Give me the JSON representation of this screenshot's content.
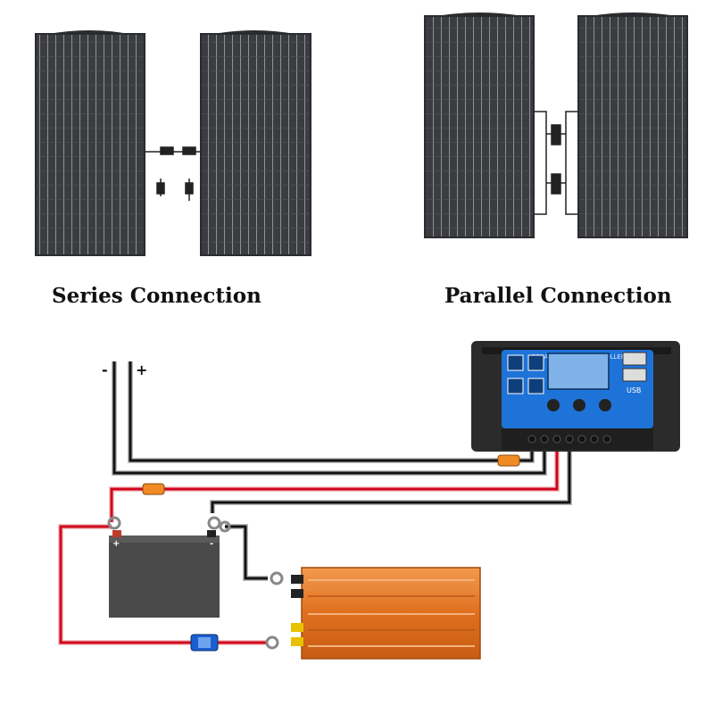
{
  "captions": {
    "series": "Series Connection",
    "parallel": "Parallel Connection"
  },
  "terminals": {
    "negative": "-",
    "positive": "+"
  },
  "controller": {
    "title": "SOLAR CHARGE CONTROLLER",
    "usb_label": "USB"
  },
  "colors": {
    "panel": "#3a3b3f",
    "positive_wire": "#d0021b",
    "negative_wire": "#111111",
    "controller_blue": "#1e73d8",
    "inverter_orange": "#e8782a",
    "battery": "#4a4a4a",
    "fuse_orange": "#f08a24",
    "fuse_blue": "#1a5fd0"
  }
}
